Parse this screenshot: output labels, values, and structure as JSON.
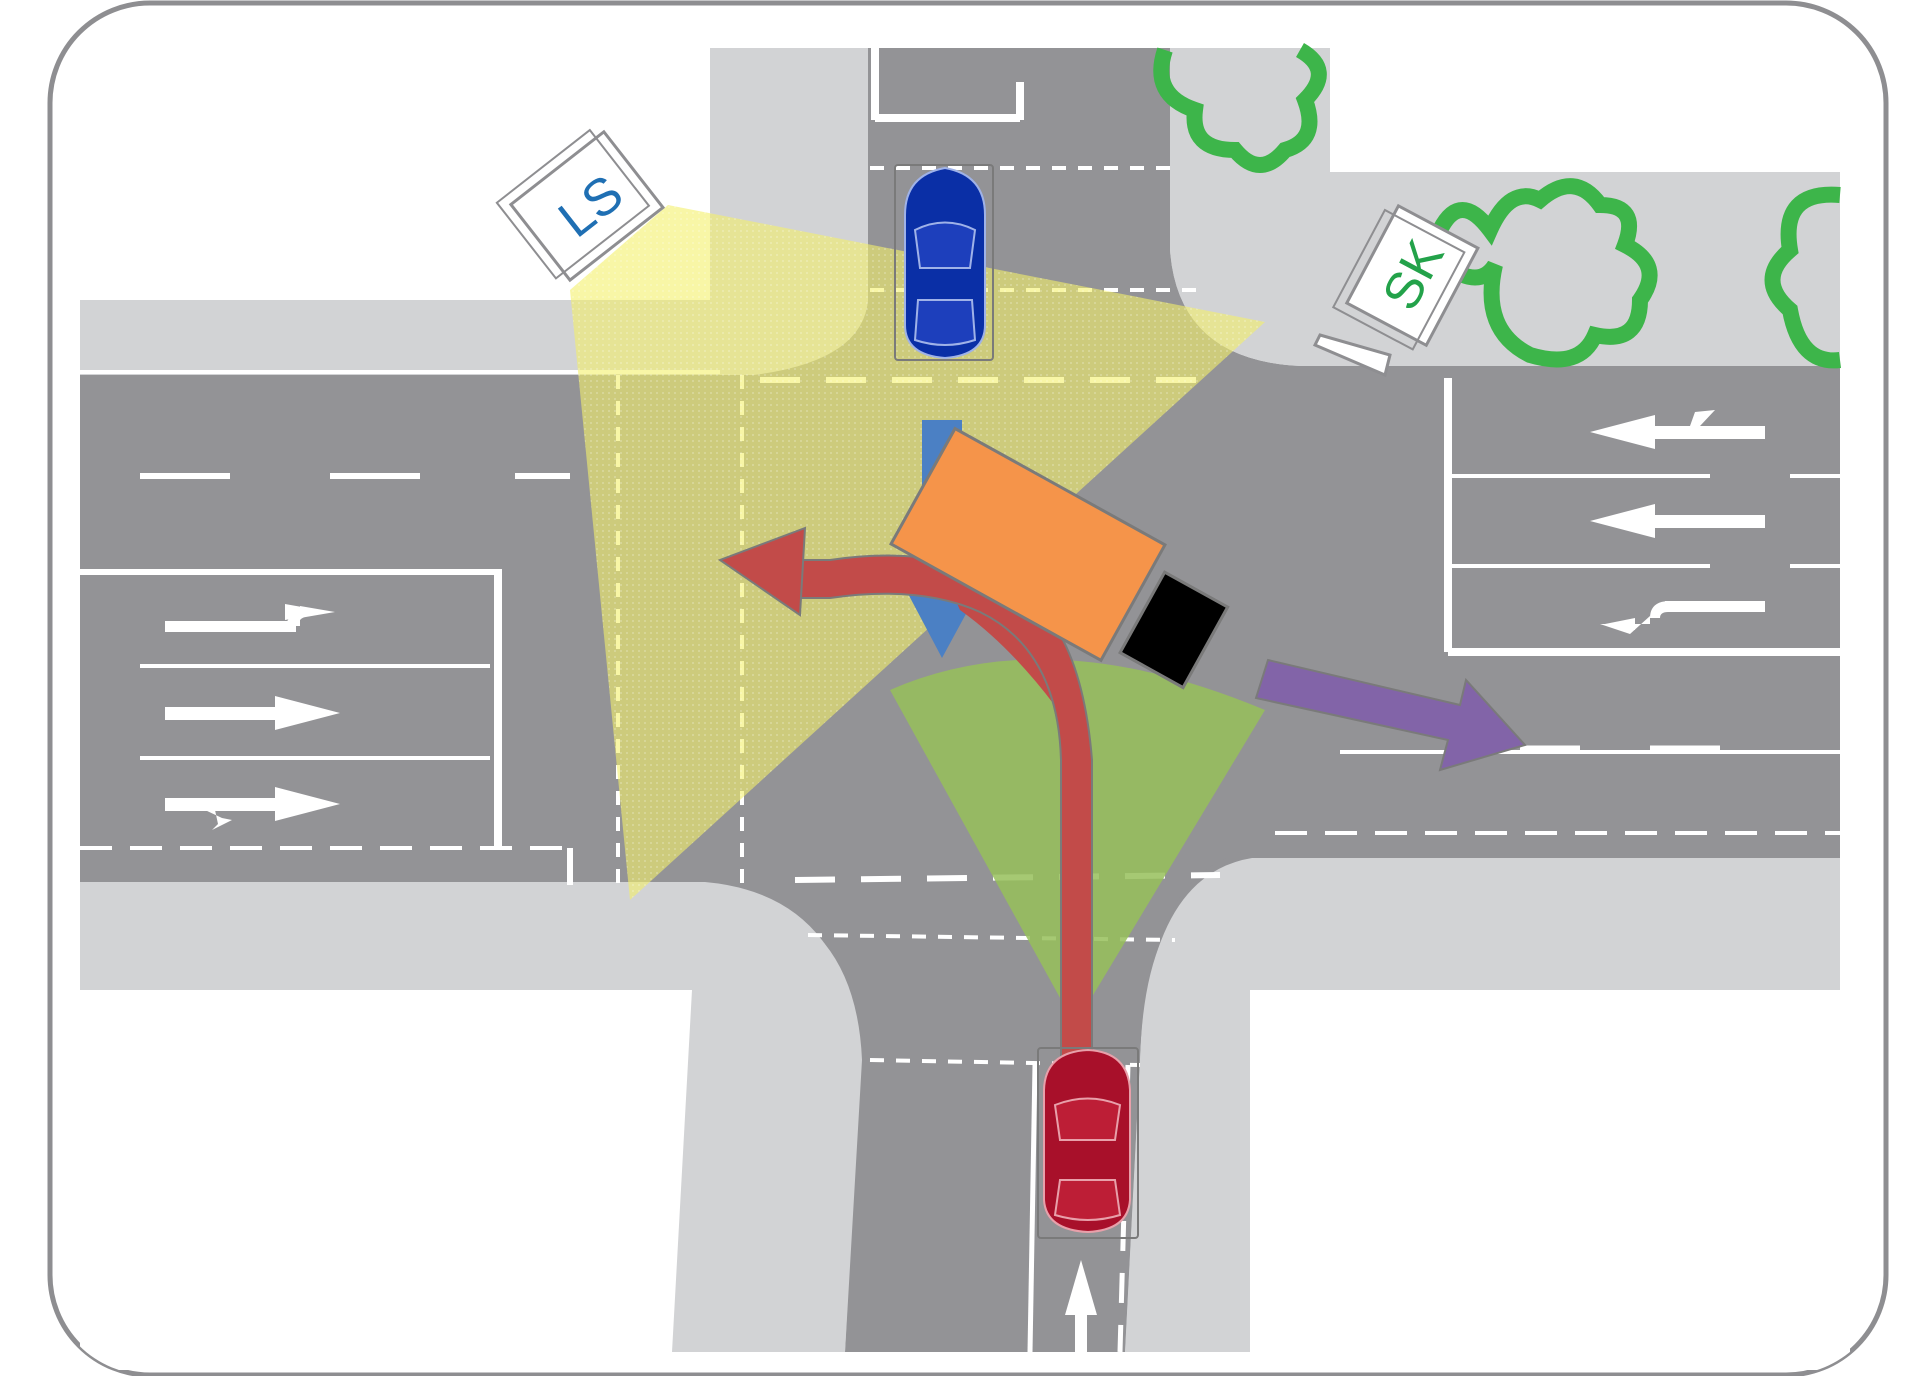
{
  "scene": {
    "title": "",
    "colors": {
      "road": "#939396",
      "sidewalk": "#d2d3d5",
      "background": "#ffffff",
      "frame": "#8e8e91",
      "marking": "#ffffff",
      "tree": "#3db54a",
      "sight_cone_ls": "#f3f06a",
      "sight_cone_red": "#97c05b",
      "blue_car": "#0a2fa6",
      "blue_arrow": "#4b80c4",
      "red_car": "#a8102a",
      "red_arrow": "#c24b49",
      "truck_body": "#f5944a",
      "truck_cab": "#000000",
      "purple_arrow": "#8264a8"
    }
  },
  "signs": [
    {
      "id": "ls",
      "label": "LS",
      "color": "#1f6fb3",
      "icon": "camera-sign"
    },
    {
      "id": "sk",
      "label": "SK",
      "color": "#23a24a",
      "icon": "camera-sign"
    }
  ],
  "vehicles": [
    {
      "id": "blue-car",
      "kind": "car",
      "heading": "south",
      "color": "#0a2fa6"
    },
    {
      "id": "red-car",
      "kind": "car",
      "heading": "north",
      "color": "#a8102a"
    },
    {
      "id": "truck",
      "kind": "truck",
      "heading": "east",
      "color": "#f5944a"
    }
  ],
  "paths": [
    {
      "id": "blue-path",
      "maneuver": "straight",
      "icon": "arrow-down"
    },
    {
      "id": "red-path",
      "maneuver": "left-turn",
      "icon": "curved-arrow-left"
    },
    {
      "id": "purple-path",
      "maneuver": "straight",
      "icon": "arrow-right"
    }
  ],
  "lane_markings": {
    "west_approach": [
      "straight-then-left",
      "straight",
      "straight-or-left"
    ],
    "east_approach": [
      "left-then-straight",
      "straight",
      "left-turn"
    ],
    "south_approach": [
      "straight"
    ]
  }
}
